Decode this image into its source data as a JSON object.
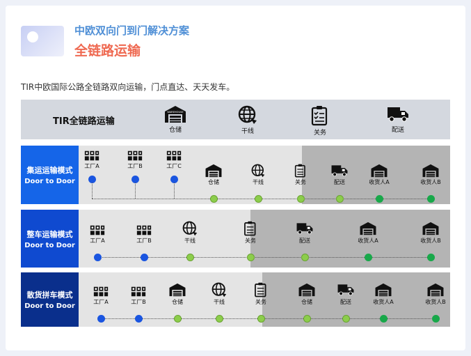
{
  "header": {
    "title": "中欧双向门到门解决方案",
    "subtitle": "全链路运输",
    "description": "TIR中欧国际公路全链路双向运输，门点直达、天天发车。"
  },
  "overview": {
    "label": "TIR全链路运输",
    "items": [
      {
        "label": "仓储",
        "icon": "warehouse-icon"
      },
      {
        "label": "干线",
        "icon": "globe-icon"
      },
      {
        "label": "关务",
        "icon": "clipboard-icon"
      },
      {
        "label": "配送",
        "icon": "truck-icon"
      }
    ]
  },
  "modes": [
    {
      "title_cn": "集运运输模式",
      "title_en": "Door to Door",
      "color": "#1565e8",
      "factories": [
        {
          "label": "工厂A"
        },
        {
          "label": "工厂B"
        },
        {
          "label": "工厂C"
        }
      ],
      "steps": [
        {
          "label": "仓储",
          "icon": "warehouse-icon"
        },
        {
          "label": "干线",
          "icon": "globe-icon"
        },
        {
          "label": "关务",
          "icon": "clipboard-icon"
        },
        {
          "label": "配送",
          "icon": "truck-icon"
        },
        {
          "label": "收货人A",
          "icon": "warehouse-icon"
        },
        {
          "label": "收货人B",
          "icon": "warehouse-icon"
        }
      ]
    },
    {
      "title_cn": "整车运输模式",
      "title_en": "Door to Door",
      "color": "#0f4ad0",
      "steps": [
        {
          "label": "工厂A",
          "icon": "factory-icon"
        },
        {
          "label": "工厂B",
          "icon": "factory-icon"
        },
        {
          "label": "干线",
          "icon": "globe-icon"
        },
        {
          "label": "关务",
          "icon": "clipboard-icon"
        },
        {
          "label": "配送",
          "icon": "truck-icon"
        },
        {
          "label": "收货人A",
          "icon": "warehouse-icon"
        },
        {
          "label": "收货人B",
          "icon": "warehouse-icon"
        }
      ]
    },
    {
      "title_cn": "散货拼车模式",
      "title_en": "Door to Door",
      "color": "#0a2f8c",
      "steps": [
        {
          "label": "工厂A",
          "icon": "factory-icon"
        },
        {
          "label": "工厂B",
          "icon": "factory-icon"
        },
        {
          "label": "仓储",
          "icon": "warehouse-icon"
        },
        {
          "label": "干线",
          "icon": "globe-icon"
        },
        {
          "label": "关务",
          "icon": "clipboard-icon"
        },
        {
          "label": "仓储",
          "icon": "warehouse-icon"
        },
        {
          "label": "配送",
          "icon": "truck-icon"
        },
        {
          "label": "收货人A",
          "icon": "warehouse-icon"
        },
        {
          "label": "收货人B",
          "icon": "warehouse-icon"
        }
      ]
    }
  ]
}
